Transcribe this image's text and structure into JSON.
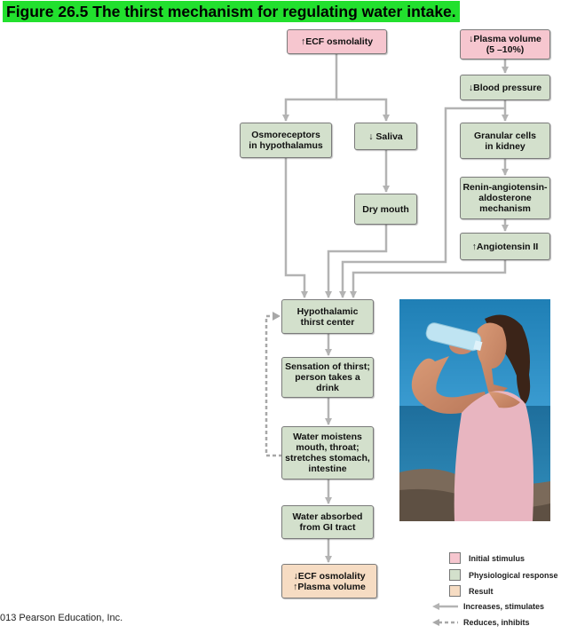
{
  "title": "Figure 26.5  The thirst mechanism for regulating water intake.",
  "nodes": {
    "ecf_osmolality_up": "↑ECF osmolality",
    "plasma_volume_down": "↓Plasma volume\n(5 –10%)",
    "blood_pressure_down": "↓Blood pressure",
    "osmoreceptors": "Osmoreceptors\nin hypothalamus",
    "saliva_down": "↓ Saliva",
    "granular_cells": "Granular cells\nin kidney",
    "dry_mouth": "Dry mouth",
    "raas": "Renin-angiotensin-\naldosterone\nmechanism",
    "angiotensin_up": "↑Angiotensin II",
    "thirst_center": "Hypothalamic\nthirst center",
    "sensation_thirst": "Sensation of thirst;\nperson takes a\ndrink",
    "water_moistens": "Water moistens\nmouth, throat;\nstretches stomach,\nintestine",
    "water_absorbed": "Water absorbed\nfrom GI tract",
    "result": "↓ECF osmolality\n↑Plasma volume"
  },
  "legend": {
    "initial_stimulus": "Initial stimulus",
    "physiological_response": "Physiological response",
    "result": "Result",
    "increases": "Increases, stimulates",
    "reduces": "Reduces, inhibits"
  },
  "credit": "013 Pearson Education, Inc.",
  "colors": {
    "title_bg": "#22e02e",
    "stimulus": "#f6c6cf",
    "physiological": "#d3e0cc",
    "result": "#f6dcc3",
    "arrow": "#b3b3b3"
  }
}
